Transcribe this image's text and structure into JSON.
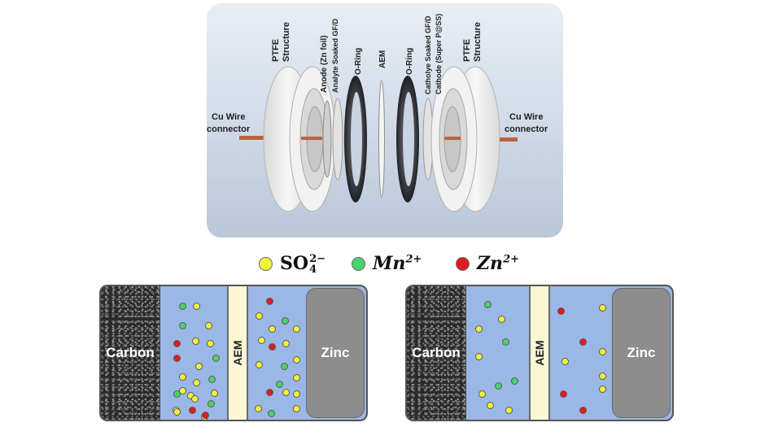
{
  "exploded_view": {
    "labels": {
      "ptfe_left": [
        "PTFE",
        "Structure"
      ],
      "cu_left": [
        "Cu Wire",
        "connector"
      ],
      "anode": "Anode (Zn foil)",
      "analyte": "Analyte Soaked GF/D",
      "oring_left": "O-Ring",
      "aem": "AEM",
      "oring_right": "O-Ring",
      "catholyte": "Catholye Soaked GF/D",
      "cathode": "Cathode (Super P@SS)",
      "ptfe_right": [
        "PTFE",
        "Structure"
      ],
      "cu_right": [
        "Cu Wire",
        "connector"
      ]
    },
    "colors": {
      "ptfe": "#eeeeee",
      "oring": "#2f3136",
      "copper": "#b8643a",
      "panel": "#cfd9e7"
    }
  },
  "legend": [
    {
      "id": "so4",
      "base": "SO",
      "sub": "4",
      "sup": "2−",
      "color": "#f2f23a",
      "italic": false
    },
    {
      "id": "mn",
      "base": "Mn",
      "sub": "",
      "sup": "2+",
      "color": "#47d36a",
      "italic": true
    },
    {
      "id": "zn",
      "base": "Zn",
      "sub": "",
      "sup": "2+",
      "color": "#e01a22",
      "italic": true
    }
  ],
  "cells": [
    {
      "id": "cell-left",
      "electrode_left": "Carbon",
      "separator": "AEM",
      "electrode_right": "Zinc",
      "left_compartment_ions": [
        "mn",
        "so4",
        "mn",
        "so4",
        "zn",
        "so4",
        "zn",
        "mn",
        "so4",
        "so4",
        "so4",
        "so4",
        "mn",
        "mn",
        "so4",
        "so4",
        "so4",
        "zn",
        "so4",
        "so4",
        "mn",
        "so4",
        "so4",
        "zn"
      ],
      "right_compartment_ions": [
        "zn",
        "so4",
        "mn",
        "so4",
        "so4",
        "so4",
        "so4",
        "so4",
        "zn",
        "so4",
        "mn",
        "so4",
        "zn",
        "so4",
        "so4",
        "so4",
        "mn",
        "so4",
        "mn"
      ]
    },
    {
      "id": "cell-right",
      "electrode_left": "Carbon",
      "separator": "AEM",
      "electrode_right": "Zinc",
      "left_compartment_ions": [
        "mn",
        "so4",
        "so4",
        "mn",
        "so4",
        "mn",
        "so4",
        "mn",
        "so4",
        "so4"
      ],
      "right_compartment_ions": [
        "zn",
        "so4",
        "zn",
        "so4",
        "so4",
        "zn",
        "so4",
        "zn",
        "so4"
      ]
    }
  ]
}
